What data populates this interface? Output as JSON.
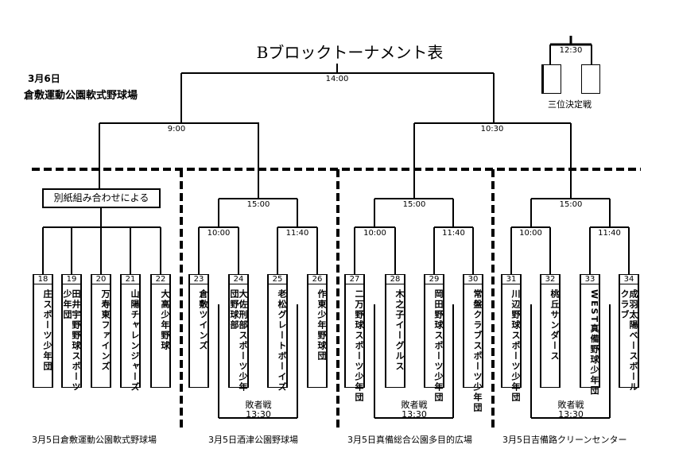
{
  "title": "Bブロックトーナメント表",
  "main_date": "3月6日",
  "main_venue": "倉敷運動公園軟式野球場",
  "times": {
    "final": "14:00",
    "semi_left": "9:00",
    "semi_right": "10:30",
    "third_place": "12:30"
  },
  "third_place_label": "三位決定戦",
  "section1": {
    "box_label": "別紙組み合わせによる",
    "venue": "3月5日倉敷運動公園軟式野球場",
    "teams": [
      {
        "num": "18",
        "name": "庄スポーツ少年団"
      },
      {
        "num": "19",
        "name": "田井宇野野球スポーツ\n少年団"
      },
      {
        "num": "20",
        "name": "万寿東ファインズ"
      },
      {
        "num": "21",
        "name": "山陽チャレンジャーズ"
      },
      {
        "num": "22",
        "name": "大高少年野球"
      }
    ]
  },
  "sections": [
    {
      "top": "15:00",
      "left": "10:00",
      "right": "11:40",
      "loser_label": "敗者戦",
      "loser_time": "13:30",
      "venue": "3月5日酒津公園野球場",
      "teams": [
        {
          "num": "23",
          "name": "倉敷ツインズ"
        },
        {
          "num": "24",
          "name": "大佐刑部スポーツ少年\n団野球部"
        },
        {
          "num": "25",
          "name": "老松グレートボーイズ"
        },
        {
          "num": "26",
          "name": "作東少年野球団"
        }
      ]
    },
    {
      "top": "15:00",
      "left": "10:00",
      "right": "11:40",
      "loser_label": "敗者戦",
      "loser_time": "13:30",
      "venue": "3月5日真備総合公園多目的広場",
      "teams": [
        {
          "num": "27",
          "name": "二万野球スポーツ少年団"
        },
        {
          "num": "28",
          "name": "木之子イーグルス"
        },
        {
          "num": "29",
          "name": "岡田野球スポーツ少年団"
        },
        {
          "num": "30",
          "name": "常盤クラブスポーツ少年団"
        }
      ]
    },
    {
      "top": "15:00",
      "left": "10:00",
      "right": "11:40",
      "loser_label": "敗者戦",
      "loser_time": "13:30",
      "venue": "3月5日吉備路クリーンセンター",
      "teams": [
        {
          "num": "31",
          "name": "川辺野球スポーツ少年団"
        },
        {
          "num": "32",
          "name": "桃丘サンダース"
        },
        {
          "num": "33",
          "name": "WEST真備野球少年団"
        },
        {
          "num": "34",
          "name": "成羽太陽ベースボール\nクラブ"
        }
      ]
    }
  ]
}
